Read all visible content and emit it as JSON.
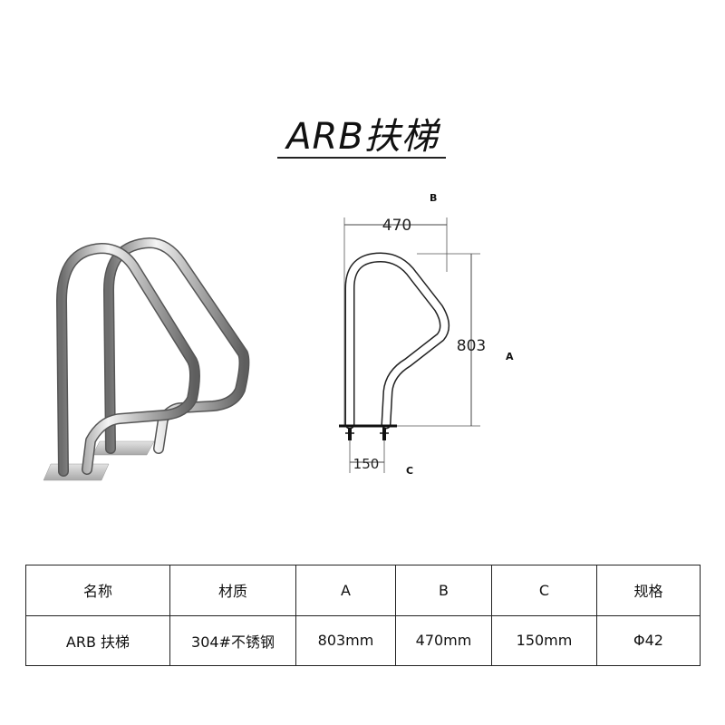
{
  "title": "ARB扶梯",
  "drawing": {
    "dim_width": "470",
    "dim_height": "803",
    "dim_base": "150",
    "label_b": "B",
    "label_a": "A",
    "label_c": "C"
  },
  "table": {
    "headers": [
      "名称",
      "材质",
      "A",
      "B",
      "C",
      "规格"
    ],
    "rows": [
      [
        "ARB 扶梯",
        "304#不锈钢",
        "803mm",
        "470mm",
        "150mm",
        "Φ42"
      ]
    ]
  }
}
